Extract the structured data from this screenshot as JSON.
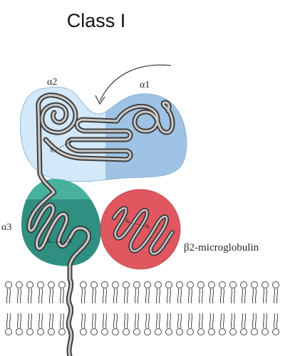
{
  "title": "Class I",
  "labels": {
    "alpha2": "α2",
    "alpha1": "α1",
    "alpha3": "α3",
    "beta2": "β2-microglobulin",
    "disulfide": "S"
  },
  "colors": {
    "alpha12_left": "#d3e8f8",
    "alpha12_right": "#9fc3e4",
    "alpha3_top": "#48b19e",
    "alpha3_body": "#2f8f81",
    "beta2": "#e0575f",
    "chain_outer": "#3e3e3e",
    "chain_inner": "#c9c9c9",
    "membrane_stroke": "#444444"
  }
}
